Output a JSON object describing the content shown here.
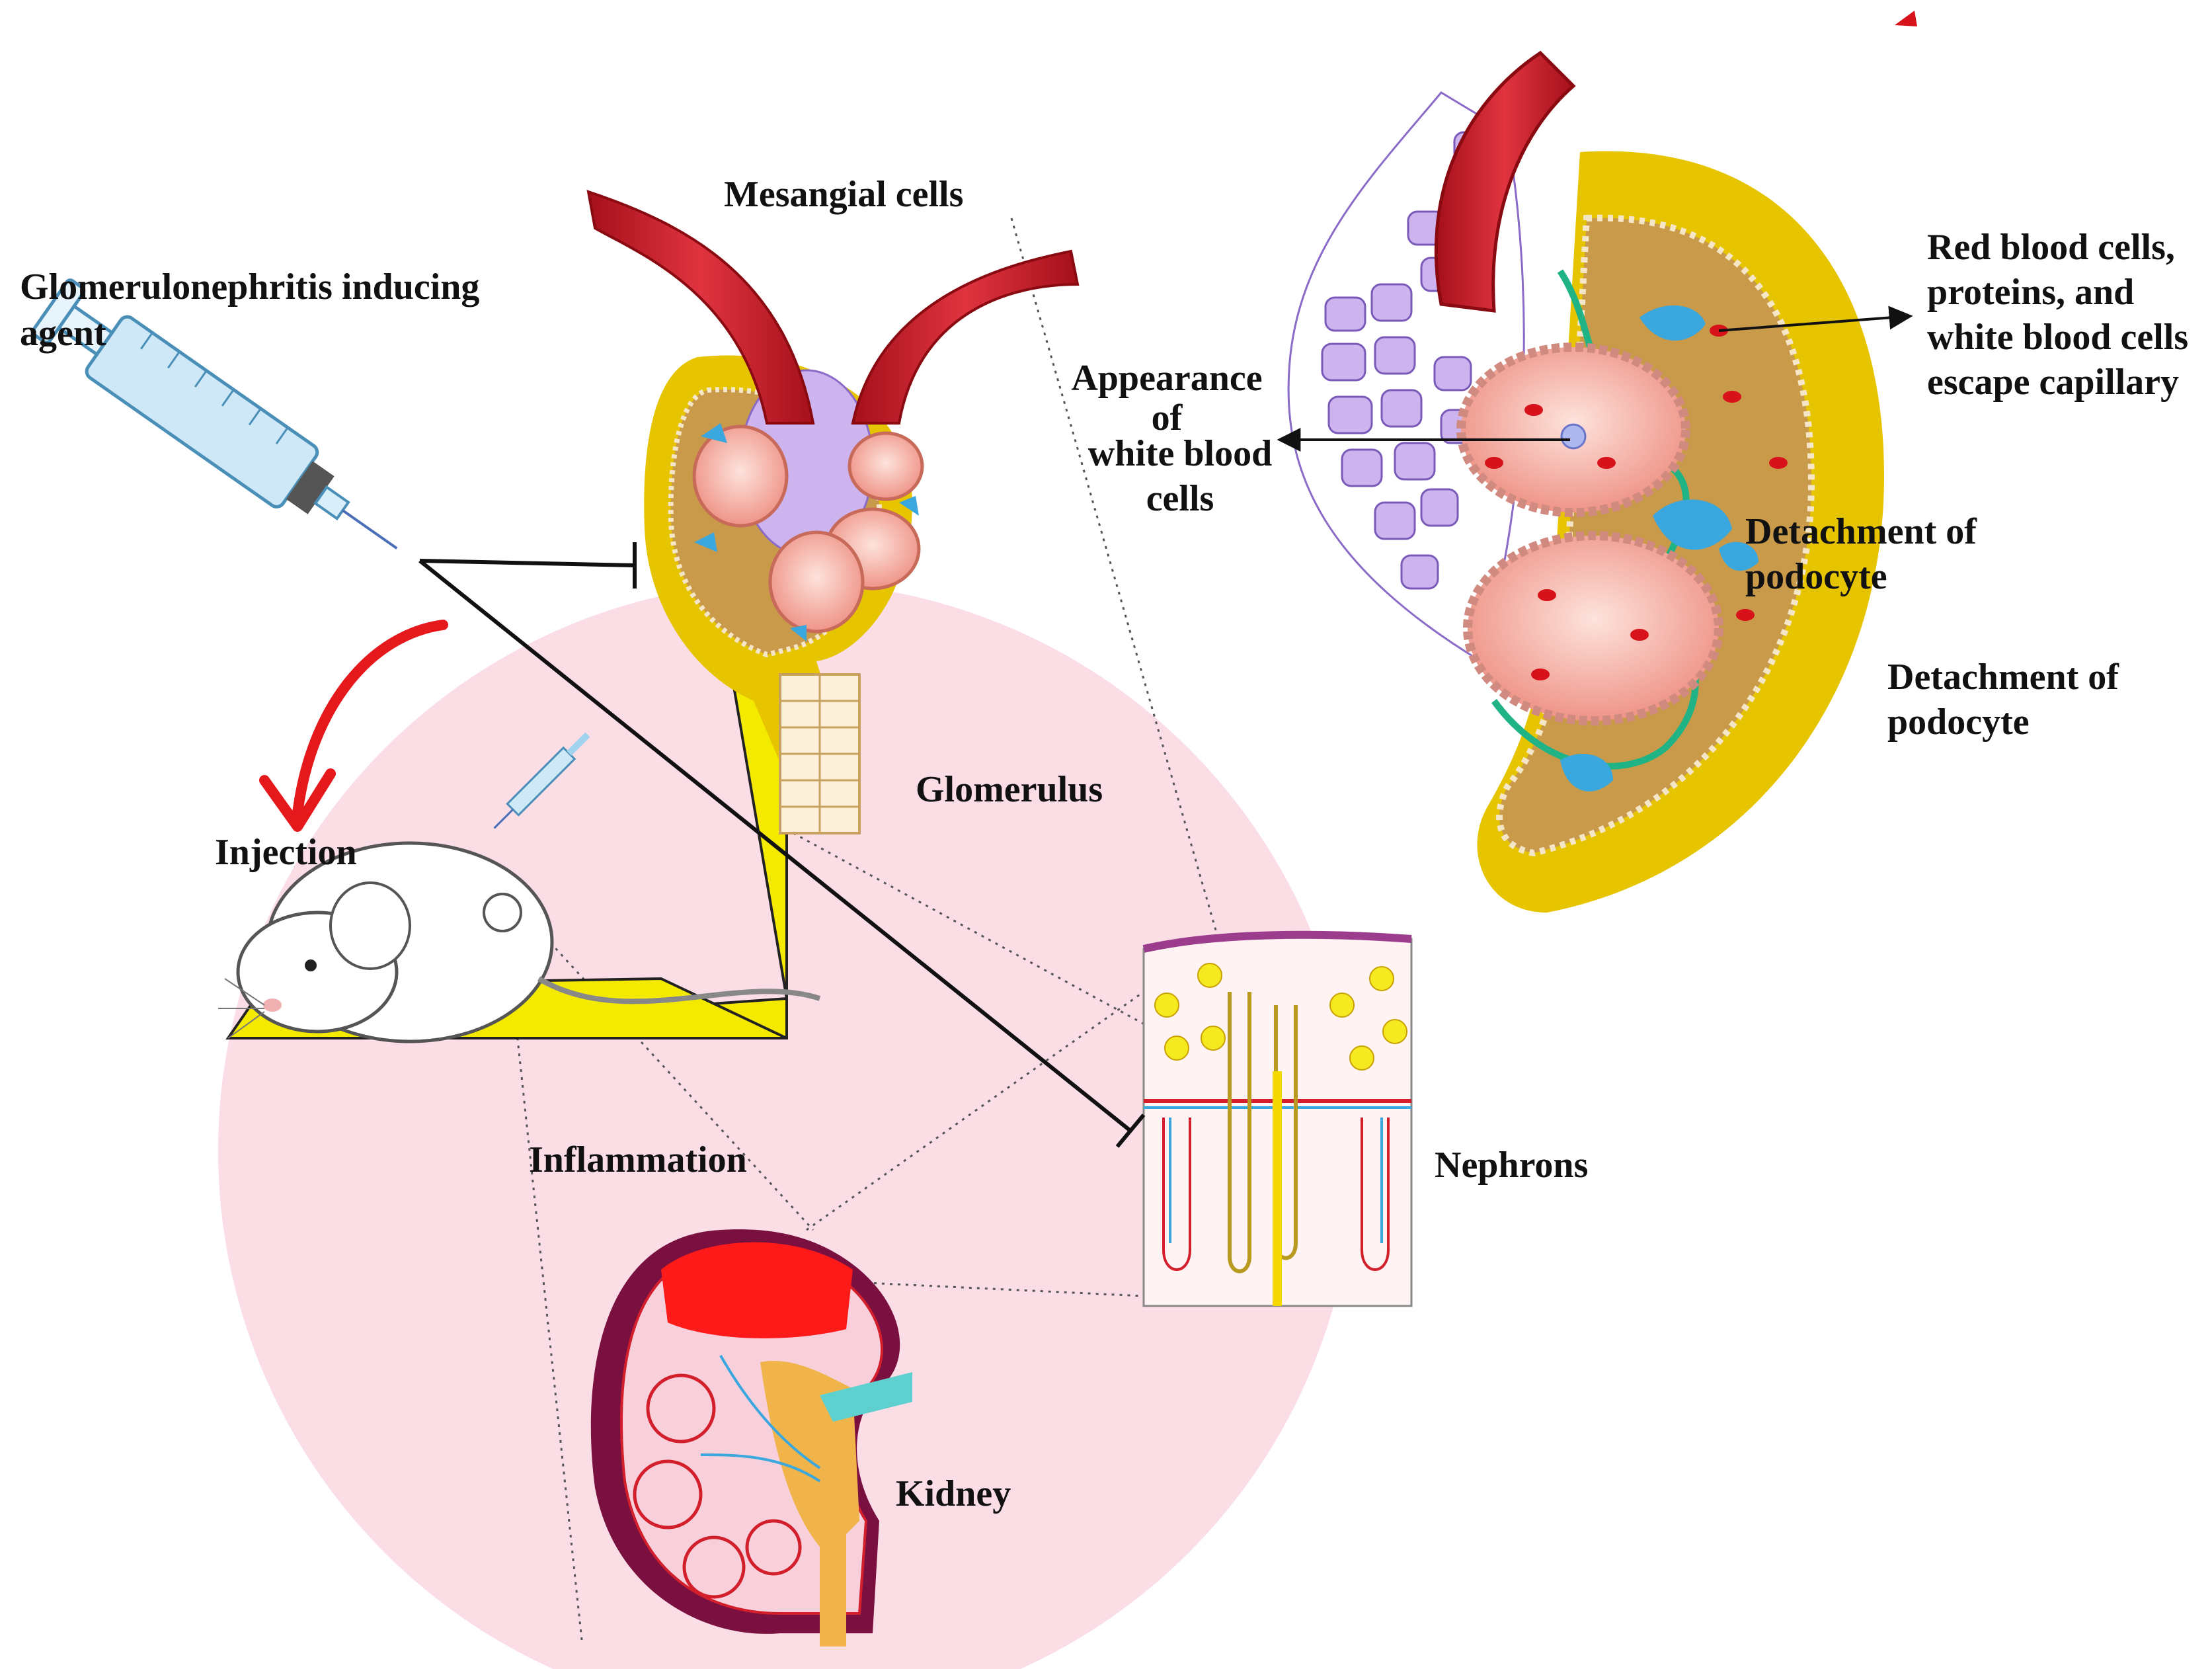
{
  "labels": {
    "agent_line1": "Glomerulonephritis inducing",
    "agent_line2": "agent",
    "mesangial": "Mesangial cells",
    "appearance_line1": "Appearance",
    "appearance_line2": "of",
    "appearance_line3": "white blood",
    "appearance_line4": "cells",
    "rbc_line1": "Red blood cells,",
    "rbc_line2": "proteins, and",
    "rbc_line3": "white blood cells",
    "rbc_line4": "escape capillary",
    "detach1_line1": "Detachment of",
    "detach1_line2": "podocyte",
    "detach2_line1": "Detachment of",
    "detach2_line2": "podocyte",
    "glomerulus": "Glomerulus",
    "injection": "Injection",
    "inflammation": "Inflammation",
    "nephrons": "Nephrons",
    "kidney": "Kidney"
  },
  "colors": {
    "circle_fill": "#fbdde6",
    "capsule_yellow": "#e6c400",
    "bowman_brown": "#c89a4a",
    "vessel_red": "#d31f2b",
    "capillary_pink": "#f6b3a6",
    "mesangial_purple": "#cdb4ee",
    "podocyte_blue": "#3aa7de",
    "membrane_green": "#1fb386",
    "arrow_red": "#e5191c",
    "line_black": "#111111"
  },
  "icons": [
    "syringe-icon",
    "mouse-icon",
    "kidney-icon",
    "nephron-icon",
    "glomerulus-icon",
    "glomerulus-zoom-icon"
  ]
}
